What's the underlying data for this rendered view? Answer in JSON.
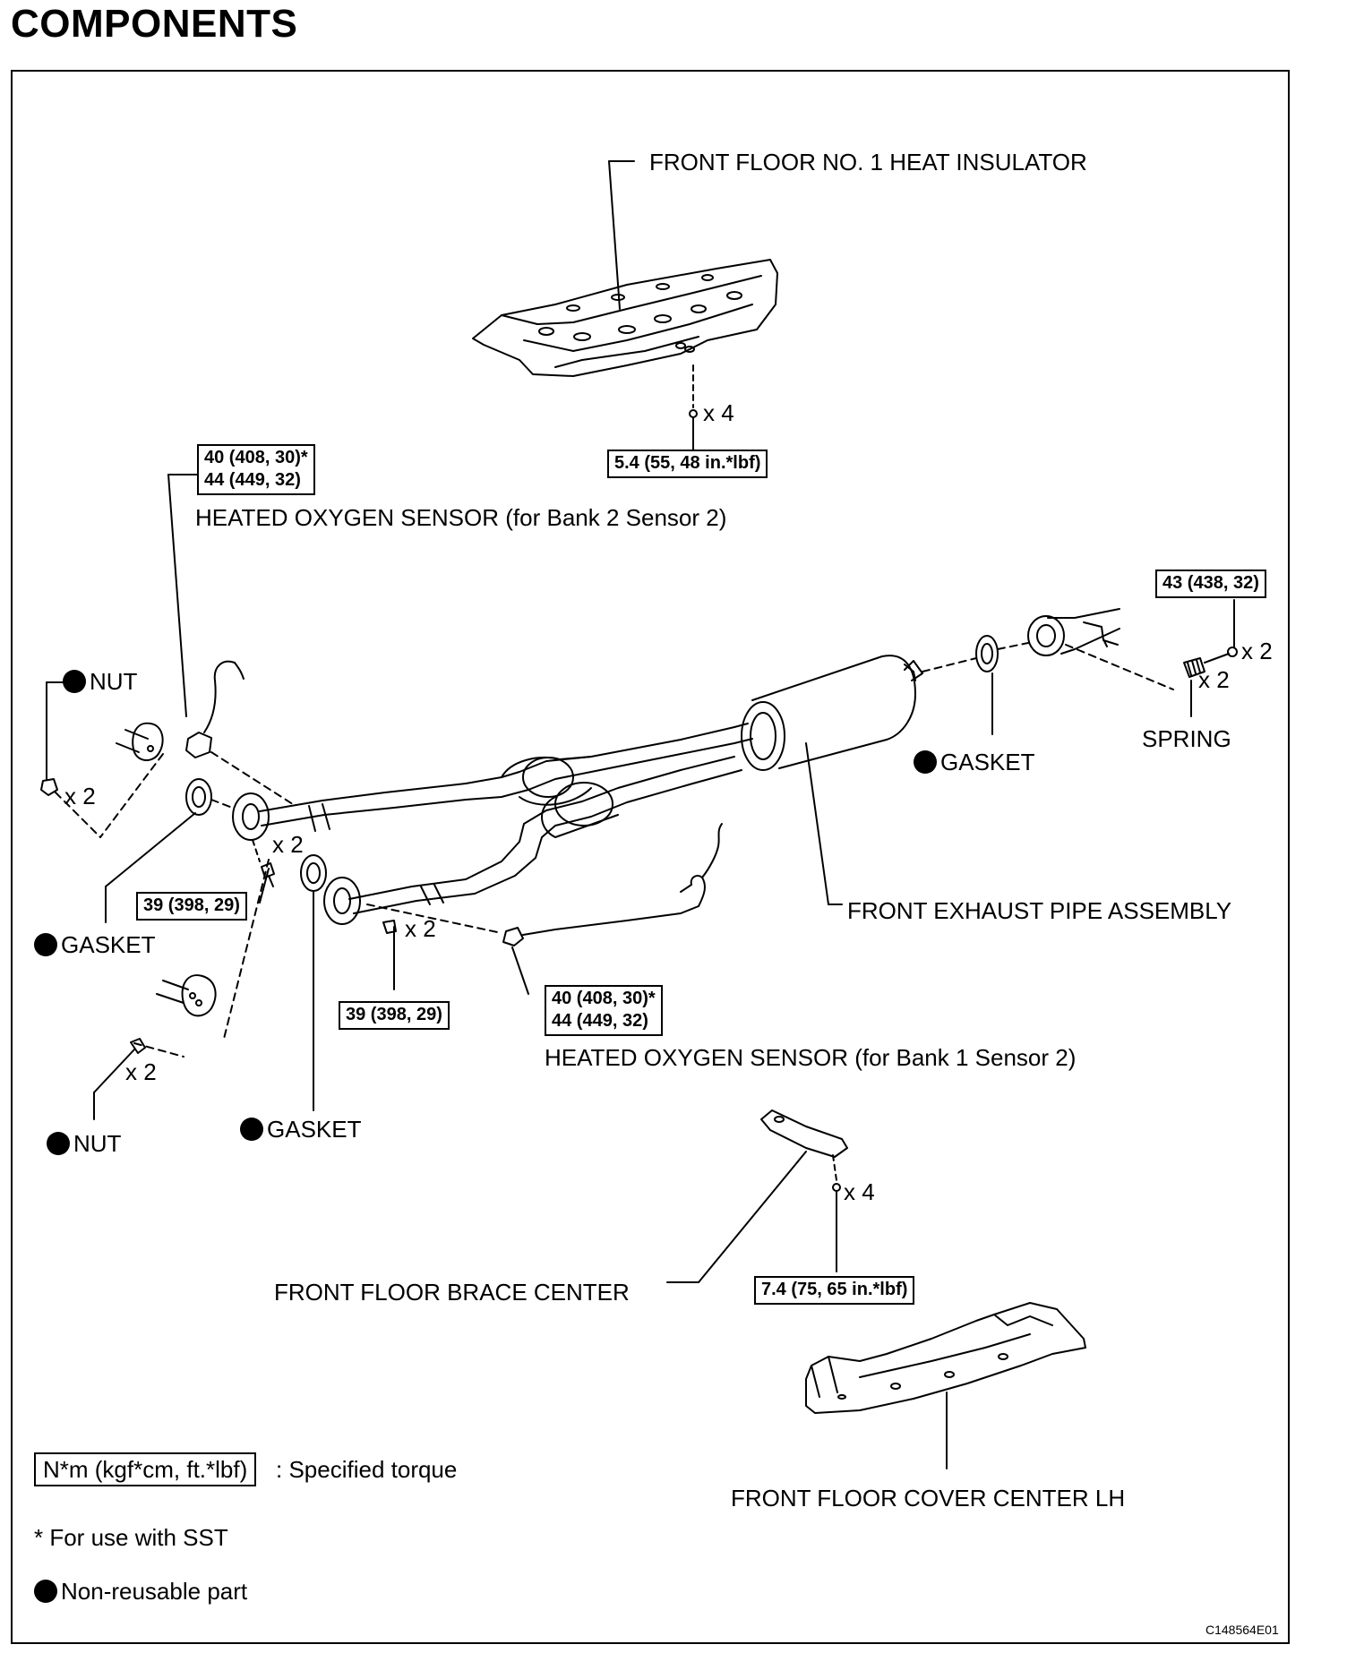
{
  "page_title": "COMPONENTS",
  "parts": {
    "front_floor_no1_heat_insulator": "FRONT FLOOR NO. 1 HEAT INSULATOR",
    "heated_oxygen_sensor_bank2": "HEATED OXYGEN SENSOR (for Bank 2 Sensor 2)",
    "heated_oxygen_sensor_bank1": "HEATED OXYGEN SENSOR (for Bank 1 Sensor 2)",
    "front_exhaust_pipe_assembly": "FRONT EXHAUST PIPE ASSEMBLY",
    "front_floor_brace_center": "FRONT FLOOR BRACE CENTER",
    "front_floor_cover_center_lh": "FRONT FLOOR COVER CENTER LH",
    "nut_upper": "NUT",
    "nut_lower": "NUT",
    "gasket_left": "GASKET",
    "gasket_middle": "GASKET",
    "gasket_right": "GASKET",
    "spring": "SPRING"
  },
  "torques": {
    "heat_insulator": "5.4 (55, 48 in.*lbf)",
    "o2_bank2_line1": "40 (408, 30)*",
    "o2_bank2_line2": "44 (449, 32)",
    "o2_bank1_line1": "40 (408, 30)*",
    "o2_bank1_line2": "44 (449, 32)",
    "rear_bolt": "43 (438, 32)",
    "flange_left": "39 (398, 29)",
    "flange_middle": "39 (398, 29)",
    "brace": "7.4 (75, 65 in.*lbf)"
  },
  "quantities": {
    "insulator_bolts": "x 4",
    "rear_bolts": "x 2",
    "springs": "x 2",
    "nuts_upper": "x 2",
    "flange_left_bolts": "x 2",
    "flange_middle_bolts": "x 2",
    "nuts_lower": "x 2",
    "brace_bolts": "x 4"
  },
  "legend": {
    "torque_unit": "N*m (kgf*cm, ft.*lbf)",
    "torque_desc": ": Specified torque",
    "sst_note": "* For use with SST",
    "non_reusable": "Non-reusable part"
  },
  "figure_code": "C148564E01",
  "icons": [
    "non-reusable-dot-icon"
  ]
}
